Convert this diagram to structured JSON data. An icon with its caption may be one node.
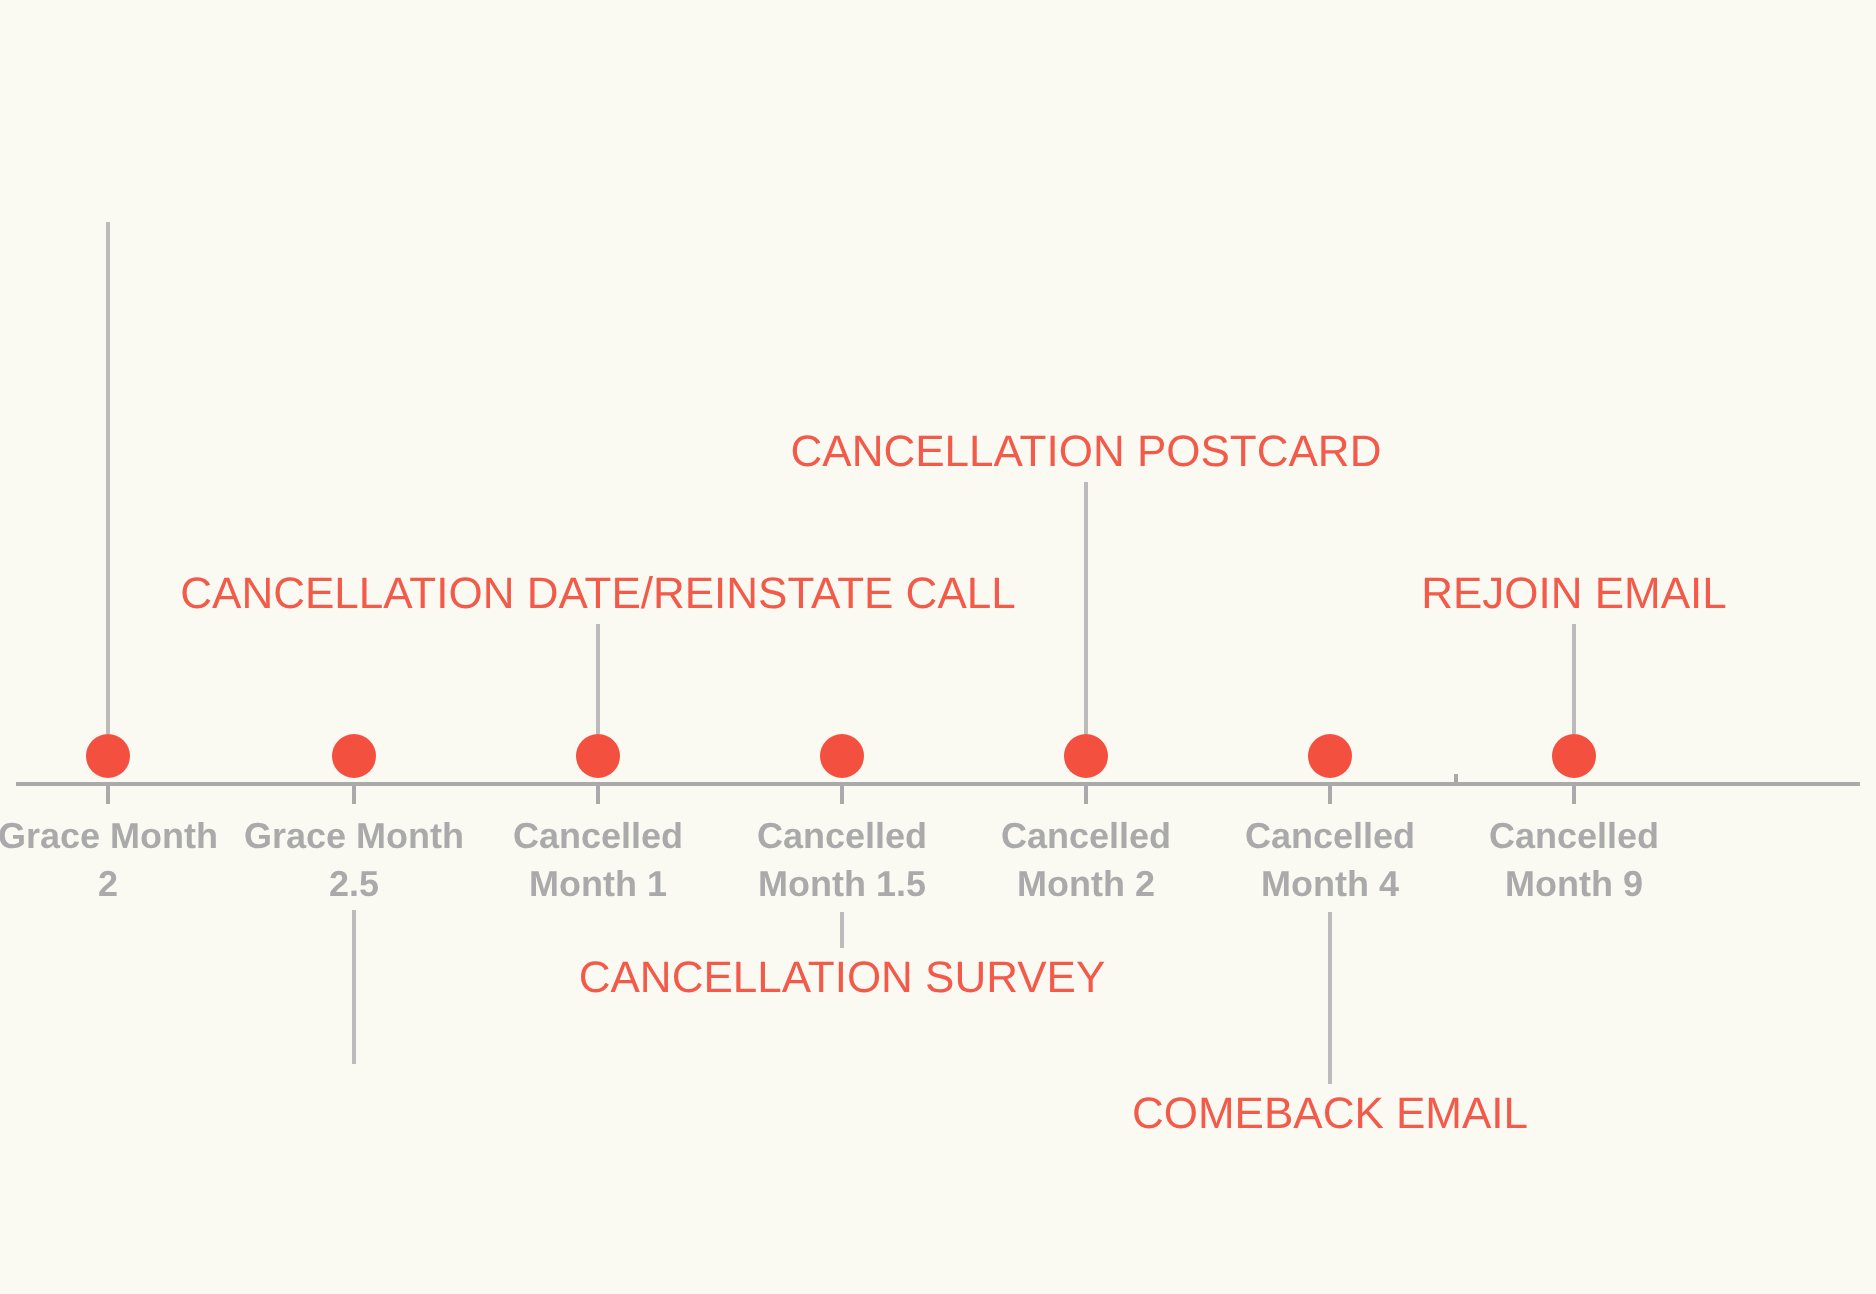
{
  "diagram": {
    "nodes": [
      {
        "text": [],
        "shape": "circle"
      },
      {
        "text": [],
        "shape": "circle"
      },
      {
        "text": [],
        "shape": "circle"
      },
      {
        "text": [],
        "shape": "circle"
      },
      {
        "text": [],
        "shape": "circle"
      },
      {
        "text": [],
        "shape": "circle"
      },
      {
        "text": [],
        "shape": "circle"
      },
      {
        "text": [
          "Grace Month 2"
        ]
      },
      {
        "text": [
          "Grace Month 2.5"
        ]
      },
      {
        "text": [
          "Cancelled Month 1"
        ]
      },
      {
        "text": [
          "Cancelled Month 1.5"
        ]
      },
      {
        "text": [
          "Cancelled Month 2"
        ]
      },
      {
        "text": [
          "Cancelled Month 4"
        ]
      },
      {
        "text": [
          "Cancelled Month 9"
        ]
      },
      {
        "text": [
          "CANCELLATION POSTCARD"
        ]
      },
      {
        "text": [
          "CANCELLATION DATE/REINSTATE CALL"
        ]
      },
      {
        "text": [
          "REJOIN EMAIL"
        ]
      },
      {
        "text": [
          "CANCELLATION SURVEY"
        ]
      },
      {
        "text": [
          "COMEBACK EMAIL"
        ]
      }
    ],
    "edges": [
      {
        "from": null,
        "to": 0,
        "arrow": "none"
      },
      {
        "from": 14,
        "to": 4,
        "arrow": "none"
      },
      {
        "from": 15,
        "to": 2,
        "arrow": "none"
      },
      {
        "from": 16,
        "to": 6,
        "arrow": "none"
      },
      {
        "from": 8,
        "to": null,
        "arrow": "none"
      },
      {
        "from": 17,
        "to": 10,
        "arrow": "none"
      },
      {
        "from": 18,
        "to": 12,
        "arrow": "none"
      }
    ]
  }
}
